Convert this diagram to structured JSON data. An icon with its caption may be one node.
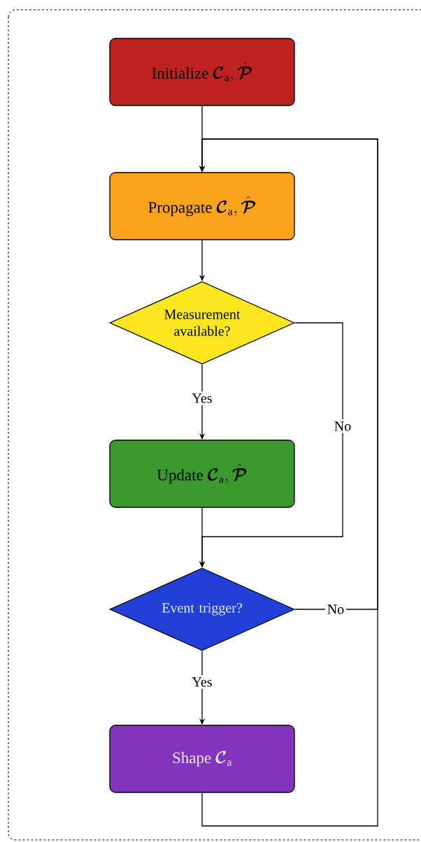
{
  "diagram": {
    "nodes": [
      {
        "text": [
          "Initialize",
          "\\boldsymbol{\\mathcal{C}}_{\\mathrm{a}}, \\hat{\\boldsymbol{\\mathcal{P}}}"
        ]
      },
      {
        "text": [
          "Propagate",
          "\\boldsymbol{\\mathcal{C}}_{\\mathrm{a}}, \\hat{\\boldsymbol{\\mathcal{P}}}"
        ]
      },
      {
        "text": [
          "Measurement available?"
        ]
      },
      {
        "text": [
          "Update",
          "\\boldsymbol{\\mathcal{C}}_{\\mathrm{a}}, \\hat{\\boldsymbol{\\mathcal{P}}}"
        ]
      },
      {
        "text": [
          "Event trigger?"
        ]
      },
      {
        "text": [
          "Shape",
          "\\boldsymbol{\\mathcal{C}}_{\\mathrm{a}}"
        ]
      }
    ],
    "edges": [
      {
        "from": 0,
        "to": 1,
        "arrow": "to"
      },
      {
        "from": 1,
        "to": 2,
        "arrow": "to"
      },
      {
        "from": 2,
        "to": 3,
        "arrow": "to",
        "label": "Yes"
      },
      {
        "from": 2,
        "to": 4,
        "arrow": "to",
        "label": "No"
      },
      {
        "from": 3,
        "to": 4,
        "arrow": "to"
      },
      {
        "from": 4,
        "to": 5,
        "arrow": "to",
        "label": "Yes"
      },
      {
        "from": 4,
        "to": 1,
        "arrow": "to",
        "label": "No"
      },
      {
        "from": 5,
        "to": 1,
        "arrow": "to"
      }
    ]
  }
}
